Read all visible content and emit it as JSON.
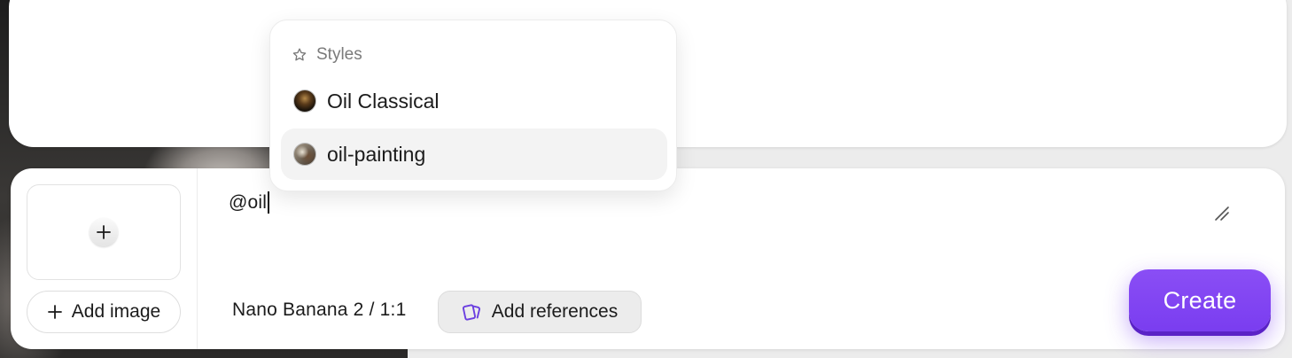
{
  "dropdown": {
    "header": "Styles",
    "items": [
      {
        "label": "Oil Classical",
        "thumb": "oil-classical-thumbnail",
        "highlighted": false
      },
      {
        "label": "oil-painting",
        "thumb": "oil-painting-thumbnail",
        "highlighted": true
      }
    ]
  },
  "composer": {
    "prompt_value": "@oil",
    "add_image_label": "Add image",
    "model_label": "Nano Banana 2 / 1:1",
    "add_references_label": "Add references",
    "create_label": "Create"
  },
  "icons": {
    "upload": "plus-icon",
    "add_image": "plus-icon",
    "styles": "star-outline-icon",
    "references": "cards-icon",
    "resize": "resize-handle-icon"
  },
  "colors": {
    "accent": "#7a3df0",
    "accent_shadow": "#5a22c6",
    "references_icon": "#6b3fe0",
    "surface": "#ffffff",
    "page_bg": "#ececec",
    "muted_text": "#7a7a7a"
  }
}
